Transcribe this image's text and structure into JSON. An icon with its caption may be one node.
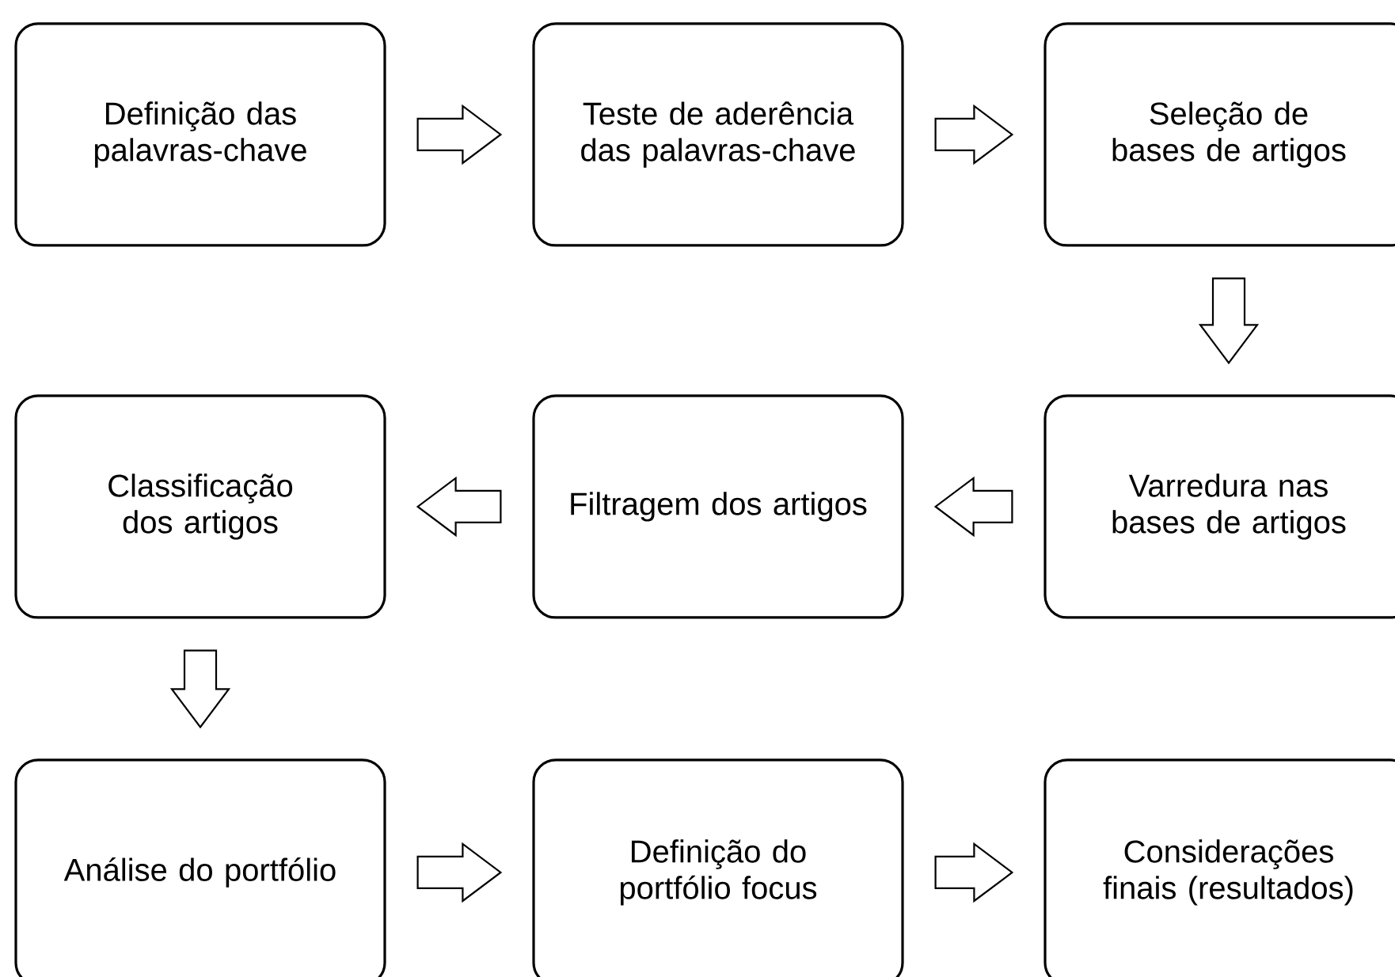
{
  "diagram": {
    "nodes": [
      {
        "text": [
          "Definição das palavras-chave"
        ]
      },
      {
        "text": [
          "Teste de aderência das palavras-chave"
        ]
      },
      {
        "text": [
          "Seleção de bases de artigos"
        ]
      },
      {
        "text": [
          "Classificação dos artigos"
        ]
      },
      {
        "text": [
          "Filtragem dos artigos"
        ]
      },
      {
        "text": [
          "Varredura nas bases de artigos"
        ]
      },
      {
        "text": [
          "Análise do portfólio"
        ]
      },
      {
        "text": [
          "Definição do portfólio focus"
        ]
      },
      {
        "text": [
          "Considerações finais (resultados)"
        ]
      }
    ],
    "edges": [
      {
        "from": 0,
        "to": 1,
        "arrow": "to"
      },
      {
        "from": 1,
        "to": 2,
        "arrow": "to"
      },
      {
        "from": 2,
        "to": 5,
        "arrow": "to"
      },
      {
        "from": 5,
        "to": 4,
        "arrow": "to"
      },
      {
        "from": 4,
        "to": 3,
        "arrow": "to"
      },
      {
        "from": 3,
        "to": 6,
        "arrow": "to"
      },
      {
        "from": 6,
        "to": 7,
        "arrow": "to"
      },
      {
        "from": 7,
        "to": 8,
        "arrow": "to"
      }
    ]
  }
}
